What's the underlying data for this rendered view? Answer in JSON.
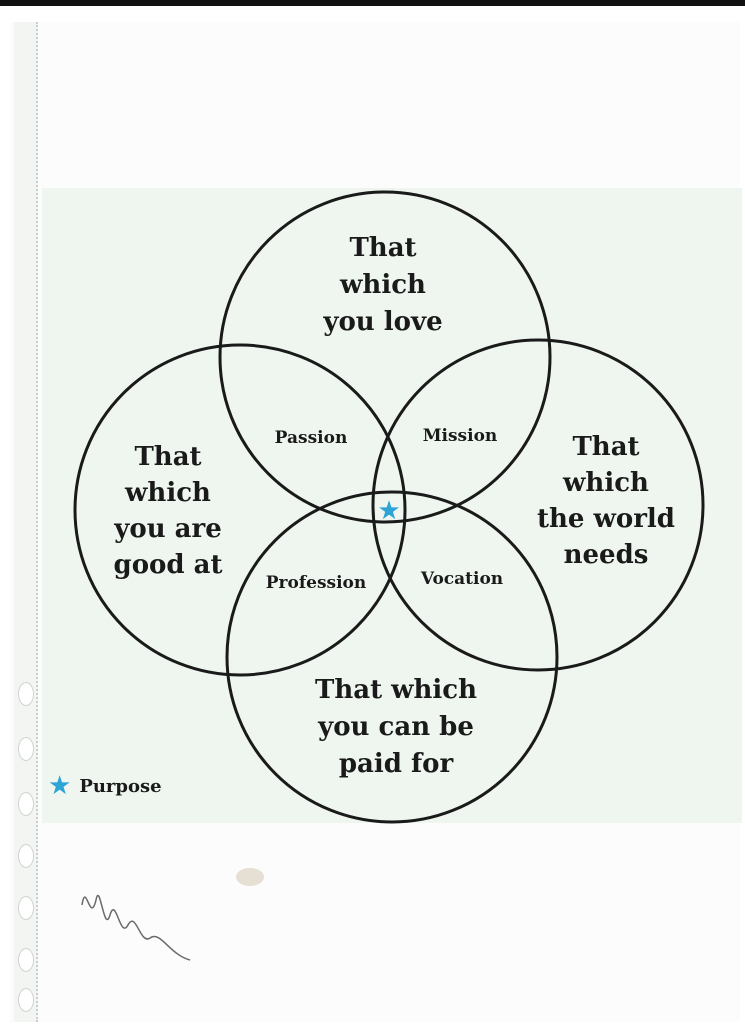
{
  "circles": {
    "love": [
      "That",
      "which",
      "you love"
    ],
    "good_at": [
      "That",
      "which",
      "you are",
      "good at"
    ],
    "world_needs": [
      "That",
      "which",
      "the world",
      "needs"
    ],
    "paid_for": [
      "That which",
      "you can be",
      "paid for"
    ]
  },
  "overlaps": {
    "passion": "Passion",
    "mission": "Mission",
    "profession": "Profession",
    "vocation": "Vocation"
  },
  "center_marker": "★",
  "legend": {
    "marker": "★",
    "label": "Purpose"
  },
  "colors": {
    "star": "#2ea3d6",
    "paper": "#eef6ef",
    "outline": "#1a1a1a"
  }
}
